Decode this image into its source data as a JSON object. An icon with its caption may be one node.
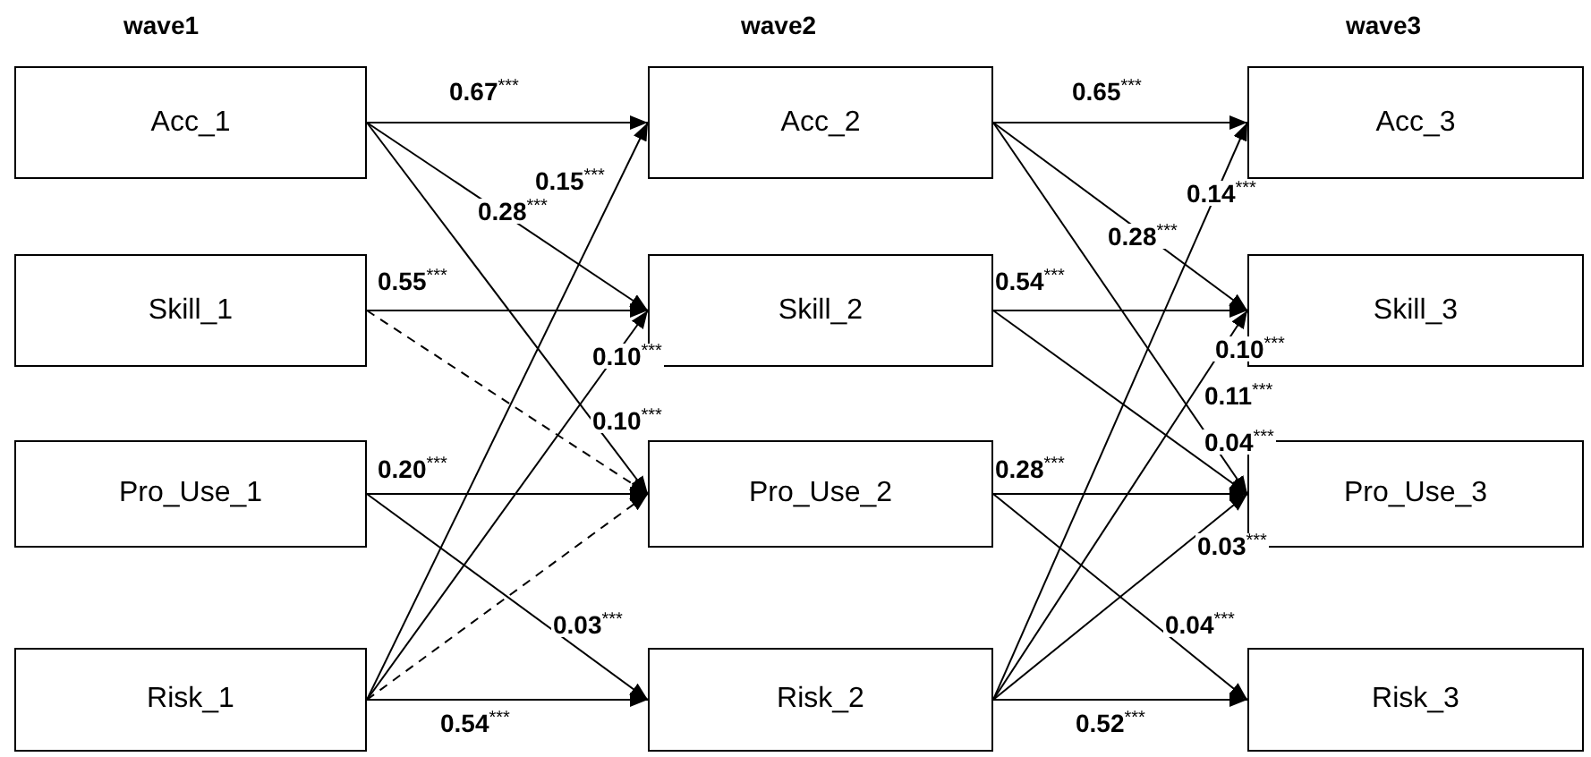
{
  "diagram": {
    "nodes": [
      {
        "text": [
          "Acc_1"
        ]
      },
      {
        "text": [
          "Skill_1"
        ]
      },
      {
        "text": [
          "Pro_Use_1"
        ]
      },
      {
        "text": [
          "Risk_1"
        ]
      },
      {
        "text": [
          "Acc_2"
        ]
      },
      {
        "text": [
          "Skill_2"
        ]
      },
      {
        "text": [
          "Pro_Use_2"
        ]
      },
      {
        "text": [
          "Risk_2"
        ]
      },
      {
        "text": [
          "Acc_3"
        ]
      },
      {
        "text": [
          "Skill_3"
        ]
      },
      {
        "text": [
          "Pro_Use_3"
        ]
      },
      {
        "text": [
          "Risk_3"
        ]
      }
    ],
    "edges": [
      {
        "from": 0,
        "to": 4,
        "arrow": "to",
        "label": "0.67$^{***}$"
      },
      {
        "from": 0,
        "to": 5,
        "arrow": "to",
        "label": "0.28$^{***}$"
      },
      {
        "from": 0,
        "to": 6,
        "arrow": "to",
        "label": "0.10$^{***}$"
      },
      {
        "from": 1,
        "to": 5,
        "arrow": "to",
        "label": "0.55$^{***}$"
      },
      {
        "from": 1,
        "to": 6,
        "arrow": "to",
        "style": "dashed"
      },
      {
        "from": 2,
        "to": 6,
        "arrow": "to",
        "label": "0.20$^{***}$"
      },
      {
        "from": 2,
        "to": 7,
        "arrow": "to",
        "label": "0.03$^{***}$"
      },
      {
        "from": 3,
        "to": 4,
        "arrow": "to",
        "label": "0.15$^{***}$"
      },
      {
        "from": 3,
        "to": 5,
        "arrow": "to",
        "label": "0.10$^{***}$"
      },
      {
        "from": 3,
        "to": 6,
        "arrow": "to",
        "style": "dashed"
      },
      {
        "from": 3,
        "to": 7,
        "arrow": "to",
        "label": "0.54$^{***}$"
      },
      {
        "from": 4,
        "to": 8,
        "arrow": "to",
        "label": "0.65$^{***}$"
      },
      {
        "from": 4,
        "to": 9,
        "arrow": "to",
        "label": "0.28$^{***}$"
      },
      {
        "from": 4,
        "to": 10,
        "arrow": "to",
        "label": "0.11$^{***}$"
      },
      {
        "from": 5,
        "to": 9,
        "arrow": "to",
        "label": "0.54$^{***}$"
      },
      {
        "from": 5,
        "to": 10,
        "arrow": "to",
        "label": "0.04$^{***}$"
      },
      {
        "from": 6,
        "to": 10,
        "arrow": "to",
        "label": "0.28$^{***}$"
      },
      {
        "from": 6,
        "to": 11,
        "arrow": "to",
        "label": "0.04$^{***}$"
      },
      {
        "from": 7,
        "to": 8,
        "arrow": "to",
        "label": "0.14$^{***}$"
      },
      {
        "from": 7,
        "to": 9,
        "arrow": "to",
        "label": "0.10$^{***}$"
      },
      {
        "from": 7,
        "to": 10,
        "arrow": "to",
        "label": "0.03$^{***}$"
      },
      {
        "from": 7,
        "to": 11,
        "arrow": "to",
        "label": "0.52$^{***}$"
      }
    ],
    "labels": [
      "wave1",
      "wave2",
      "wave3"
    ]
  }
}
